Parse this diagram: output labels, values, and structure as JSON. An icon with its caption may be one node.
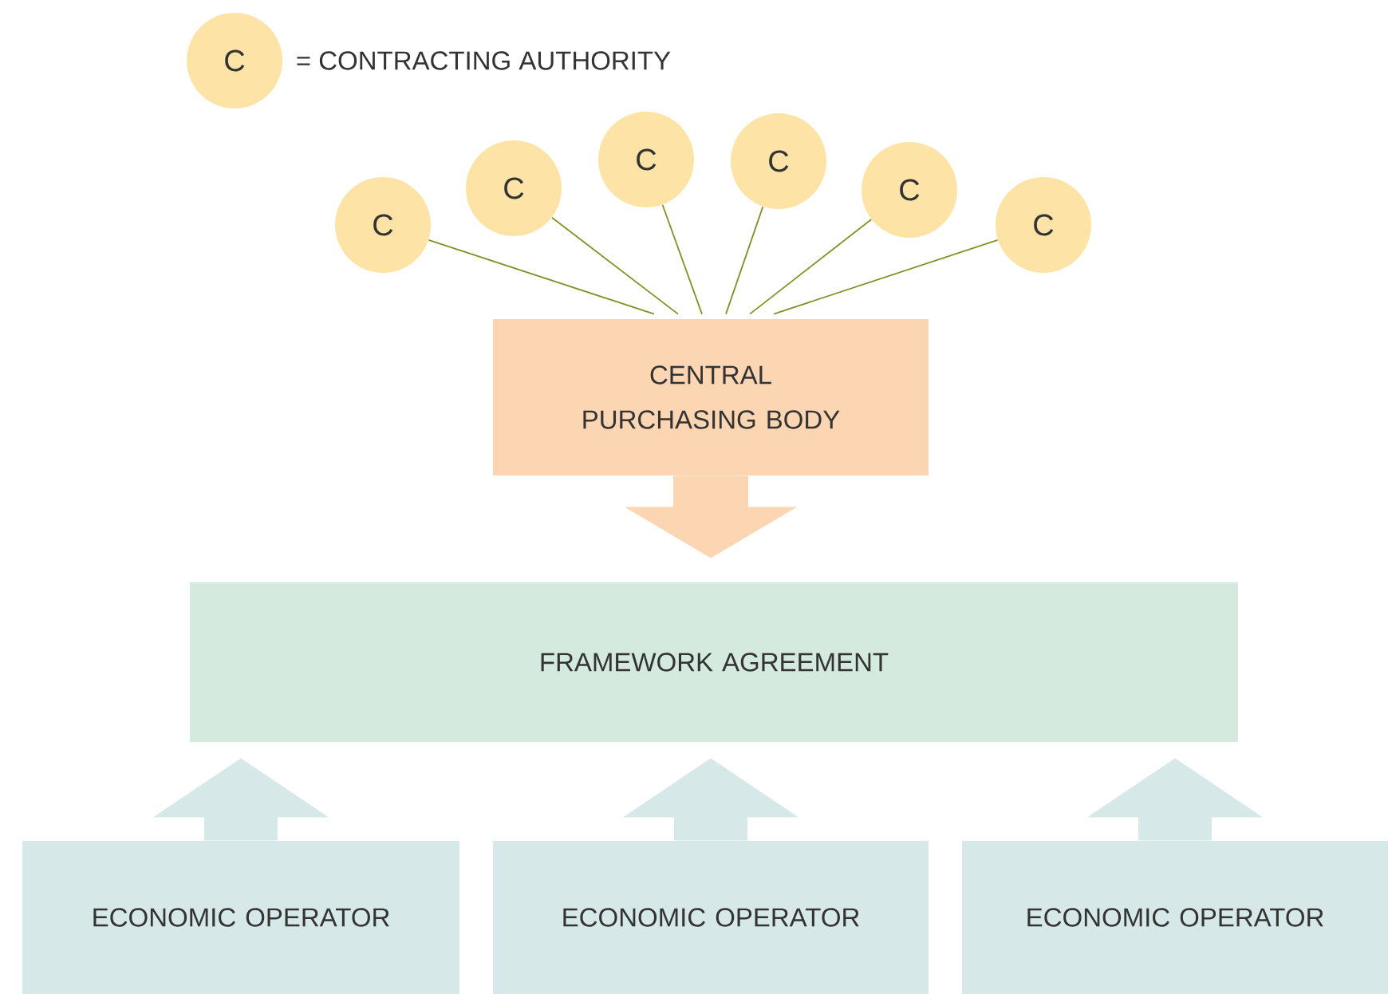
{
  "diagram": {
    "nodes": [
      {
        "text": [
          "C"
        ],
        "beside": [
          "= CONTRACTING AUTHORITY"
        ]
      },
      {
        "text": [
          "C"
        ]
      },
      {
        "text": [
          "C"
        ]
      },
      {
        "text": [
          "C"
        ]
      },
      {
        "text": [
          "C"
        ]
      },
      {
        "text": [
          "C"
        ]
      },
      {
        "text": [
          "C"
        ]
      },
      {
        "text": [
          "CENTRAL PURCHASING BODY"
        ]
      },
      {
        "text": [
          "FRAMEWORK AGREEMENT"
        ]
      },
      {
        "text": [
          "ECONOMIC OPERATOR"
        ]
      },
      {
        "text": [
          "ECONOMIC OPERATOR"
        ]
      },
      {
        "text": [
          "ECONOMIC OPERATOR"
        ]
      }
    ],
    "edges": [
      {
        "from": 1,
        "to": 7,
        "arrow": "none"
      },
      {
        "from": 2,
        "to": 7,
        "arrow": "none"
      },
      {
        "from": 3,
        "to": 7,
        "arrow": "none"
      },
      {
        "from": 4,
        "to": 7,
        "arrow": "none"
      },
      {
        "from": 5,
        "to": 7,
        "arrow": "none"
      },
      {
        "from": 6,
        "to": 7,
        "arrow": "none"
      },
      {
        "from": 7,
        "to": 8,
        "arrow": "to",
        "style": "thick",
        "color": "#fcd5b2"
      },
      {
        "from": 9,
        "to": 8,
        "arrow": "to",
        "style": "thick",
        "color": "#d6e9e8"
      },
      {
        "from": 10,
        "to": 8,
        "arrow": "to",
        "style": "thick",
        "color": "#d6e9e8"
      },
      {
        "from": 11,
        "to": 8,
        "arrow": "to",
        "style": "thick",
        "color": "#d6e9e8"
      }
    ]
  }
}
